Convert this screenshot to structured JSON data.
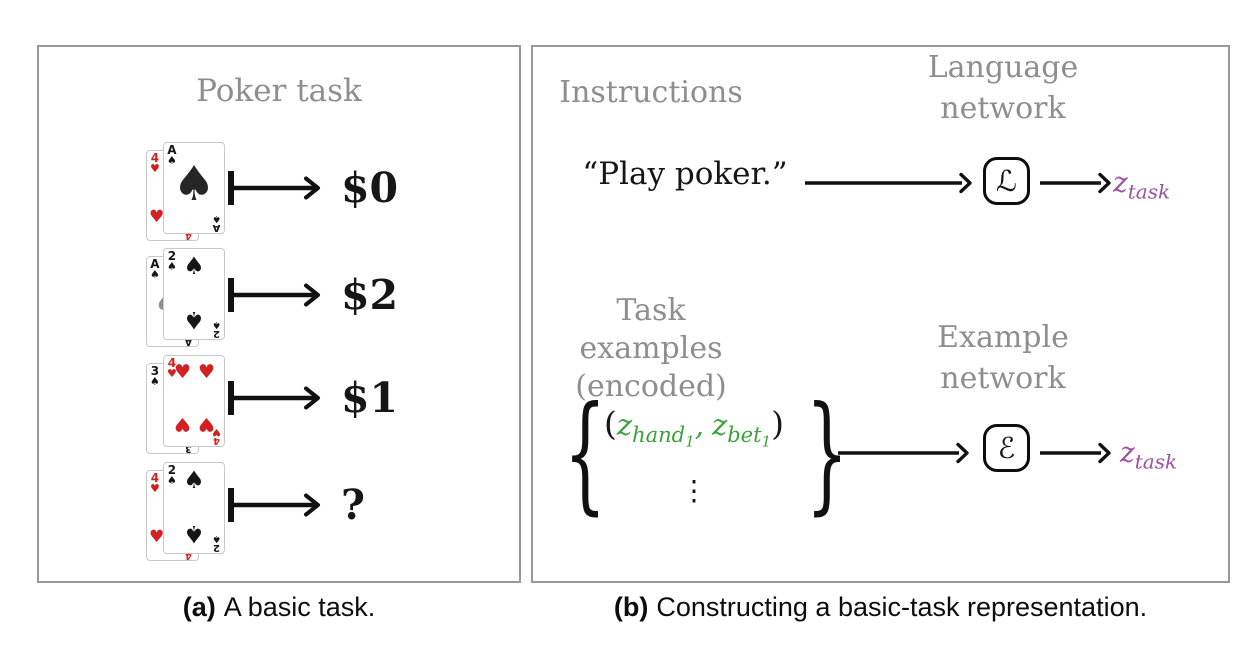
{
  "panel_a": {
    "title": "Poker task",
    "rows": [
      {
        "back": {
          "rank": "4",
          "suit": "♥"
        },
        "front": {
          "rank": "A",
          "suit": "♠"
        },
        "payout": "$0"
      },
      {
        "back": {
          "rank": "A",
          "suit": "♠"
        },
        "front": {
          "rank": "2",
          "suit": "♠"
        },
        "payout": "$2"
      },
      {
        "back": {
          "rank": "3",
          "suit": "♠"
        },
        "front": {
          "rank": "4",
          "suit": "♥"
        },
        "payout": "$1"
      },
      {
        "back": {
          "rank": "4",
          "suit": "♥"
        },
        "front": {
          "rank": "2",
          "suit": "♠"
        },
        "payout": "?"
      }
    ],
    "caption": {
      "label": "(a)",
      "text": "A basic task."
    }
  },
  "panel_b": {
    "top": {
      "input_header": "Instructions",
      "network_header": [
        "Language",
        "network"
      ],
      "input_text": "“Play poker.”",
      "network_symbol": "ℒ",
      "output": {
        "var": "z",
        "sub": "task"
      }
    },
    "bottom": {
      "input_header": [
        "Task examples",
        "(encoded)"
      ],
      "network_header": [
        "Example",
        "network"
      ],
      "brace_open": "{",
      "brace_close": "}",
      "tuple": {
        "open": "(",
        "z1": {
          "var": "z",
          "sub": "hand",
          "idx": "1"
        },
        "sep": ",",
        "z2": {
          "var": "z",
          "sub": "bet",
          "idx": "1"
        },
        "close": ")"
      },
      "dots": "⋮",
      "network_symbol": "ℰ",
      "output": {
        "var": "z",
        "sub": "task"
      }
    },
    "caption": {
      "label": "(b)",
      "text": "Constructing a basic-task representation."
    }
  },
  "colors": {
    "header_gray": "#8e8e8e",
    "latent_green": "#3aa33a",
    "latent_purple": "#9b51a1",
    "card_red": "#d42020",
    "ink": "#111111",
    "panel_border": "#999999"
  }
}
